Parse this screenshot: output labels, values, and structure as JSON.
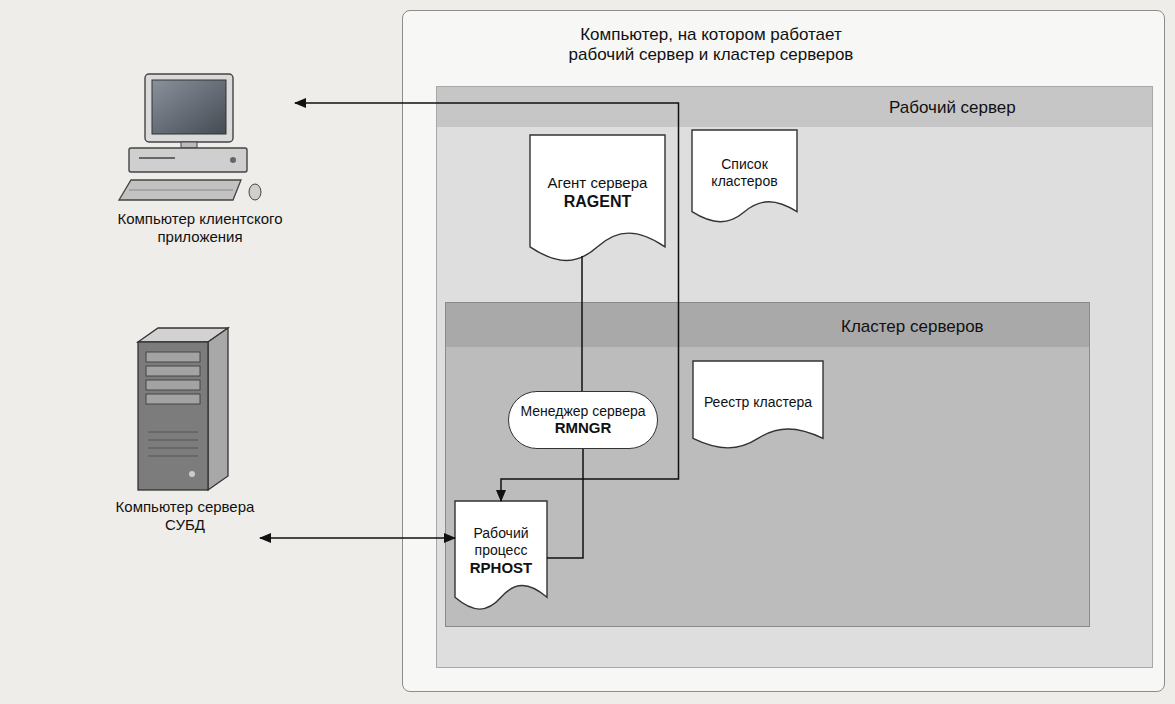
{
  "diagram": {
    "nodes": [
      {
        "text": [
          "Компьютер, на котором работает рабочий сервер и кластер серверов"
        ]
      },
      {
        "text": [
          "Рабочий сервер"
        ],
        "in": 0
      },
      {
        "text": [
          "Агент сервера",
          "RAGENT"
        ],
        "in": 1
      },
      {
        "text": [
          "Список кластеров"
        ],
        "in": 1
      },
      {
        "text": [
          "Кластер серверов"
        ],
        "in": 1
      },
      {
        "text": [
          "Менеджер сервера",
          "RMNGR"
        ],
        "in": 4
      },
      {
        "text": [
          "Реестр кластера"
        ],
        "in": 4
      },
      {
        "text": [
          "Рабочий процесс",
          "RPHOST"
        ],
        "in": 4
      },
      {
        "text": [
          "Компьютер клиентского приложения"
        ]
      },
      {
        "text": [
          "Компьютер сервера СУБД"
        ]
      }
    ],
    "edges": [
      {
        "from": 8,
        "to": 7,
        "arrow": "both"
      },
      {
        "from": 9,
        "to": 7,
        "arrow": "both"
      },
      {
        "from": 2,
        "to": 5,
        "arrow": "none"
      },
      {
        "from": 5,
        "to": 7,
        "arrow": "none"
      }
    ]
  }
}
